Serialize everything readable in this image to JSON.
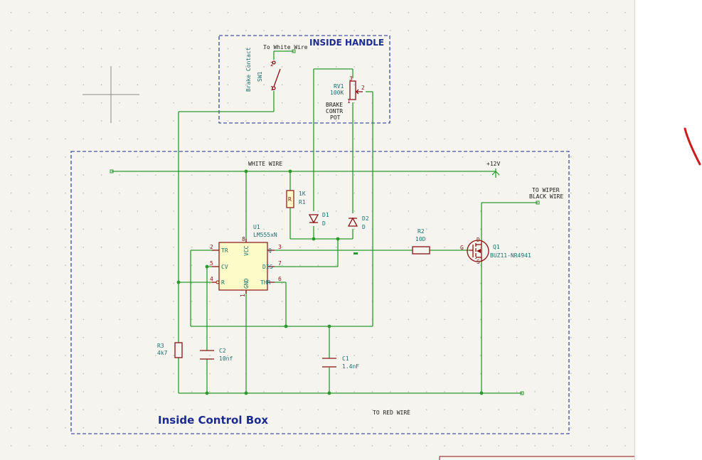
{
  "regions": {
    "handle_title": "INSIDE HANDLE",
    "box_title": "Inside Control Box"
  },
  "nets": {
    "to_white_wire": "To White Wire",
    "white_wire": "WHITE WIRE",
    "plus12v": "+12V",
    "to_wiper_1": "TO WIPER",
    "to_wiper_2": "BLACK WIRE",
    "to_red_wire": "TO RED WIRE"
  },
  "components": {
    "sw1": {
      "ref": "SW1",
      "value_1": "Brake Contact",
      "pin1": "1",
      "pin2": "2"
    },
    "rv1": {
      "ref": "RV1",
      "value": "100K",
      "desc_1": "BRAKE",
      "desc_2": "CONTR",
      "desc_3": "POT",
      "pin1": "1",
      "pin2": "2",
      "pin3": "3"
    },
    "r1": {
      "ref": "R1",
      "value": "1K",
      "body": "R"
    },
    "d1": {
      "ref": "D1",
      "value": "D"
    },
    "d2": {
      "ref": "D2",
      "value": "D"
    },
    "u1": {
      "ref": "U1",
      "value": "LM555xN",
      "pins": {
        "tr": "TR",
        "cv": "CV",
        "r": "R",
        "vcc": "VCC",
        "gnd": "GND",
        "q": "Q",
        "dis": "DIS",
        "thr": "THR"
      },
      "pin_numbers": {
        "p1": "1",
        "p2": "2",
        "p3": "3",
        "p4": "4",
        "p5": "5",
        "p6": "6",
        "p7": "7",
        "p8": "8"
      }
    },
    "r2": {
      "ref": "R2",
      "value": "10D"
    },
    "q1": {
      "ref": "Q1",
      "value": "BUZ11-NR4941",
      "gate": "G",
      "drain": "D",
      "source": "S"
    },
    "r3": {
      "ref": "R3",
      "value": "4k7"
    },
    "c2": {
      "ref": "C2",
      "value": "10nf"
    },
    "c1": {
      "ref": "C1",
      "value": "1.4nF"
    }
  },
  "colors": {
    "wire": "#2a9a2a",
    "component": "#8a1010",
    "frame": "#1b2b8f",
    "label": "#1c6f6f",
    "sheet": "#f5f4ef",
    "annotation": "#c81e1e"
  }
}
